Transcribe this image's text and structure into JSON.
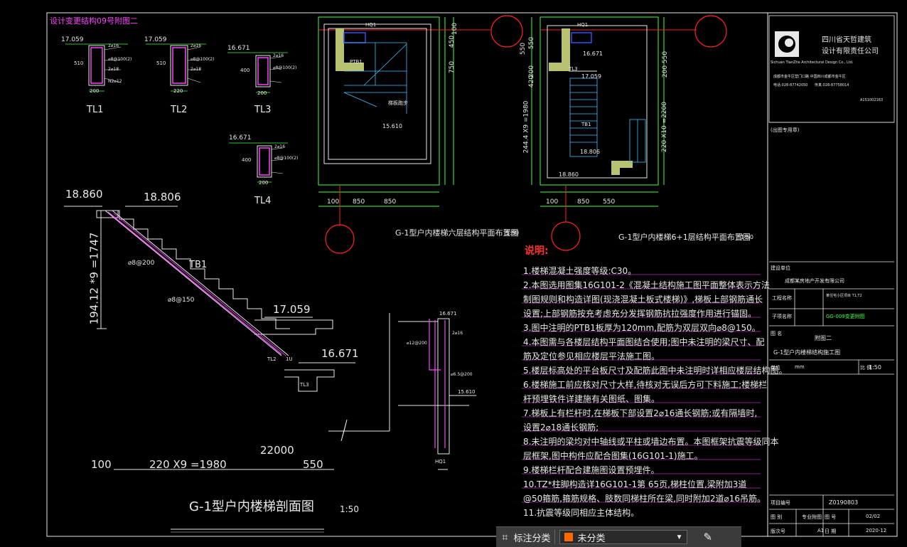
{
  "sheet_header": "设计变更结构09号附图二",
  "beams": [
    {
      "name": "TL1",
      "elev": "17.059",
      "w": "200",
      "h": "510"
    },
    {
      "name": "TL2",
      "elev": "17.059",
      "w": "220",
      "h": "510"
    },
    {
      "name": "TL3",
      "elev": "16.671",
      "w": "200",
      "h": "400"
    },
    {
      "name": "TL4",
      "elev": "16.671",
      "w": "200",
      "h": "400"
    }
  ],
  "beam_rebar_notes": [
    "2⌀16",
    "⌀8@100(2)",
    "2⌀18",
    "N2⌀12"
  ],
  "plan1": {
    "title": "G-1型户内楼梯六层结构平面布置图",
    "scale": "1:50",
    "dims": [
      "100",
      "850",
      "850",
      "450",
      "750",
      "100"
    ],
    "labels": [
      "HQ1",
      "PTB1",
      "15.610",
      "梯板跑步"
    ]
  },
  "plan2": {
    "title": "G-1型户内楼梯6+1层结构平面布置图",
    "scale": "1:50",
    "dims": [
      "100",
      "850",
      "550",
      "550",
      "200 550",
      "220 X10 =2200",
      "244.4 X9 =1980",
      "200",
      "420",
      "550"
    ],
    "labels": [
      "HQ1",
      "16.671",
      "TL3",
      "17.059",
      "TB1",
      "18.806",
      "18.860"
    ]
  },
  "section": {
    "title": "G-1型户内楼梯剖面图",
    "scale": "1:50",
    "elevs": [
      "18.860",
      "18.806",
      "17.059",
      "16.671"
    ],
    "vert_dim": "194.12 *9 =1747",
    "horiz_dims": [
      "100",
      "220 X9 =1980",
      "22000",
      "550"
    ],
    "labels": [
      "TB1",
      "⌀8@200",
      "⌀8@150",
      "TL2",
      "TL3",
      "1U"
    ]
  },
  "detail": {
    "title": "HQ1",
    "labels": [
      "16.671",
      "2⌀16",
      "⌀12@200",
      "⌀6.5@200",
      "15.610"
    ]
  },
  "notes": {
    "heading": "说明:",
    "lines": [
      "1.楼梯混凝土强度等级:C30。",
      "2.本图选用图集16G101-2《混凝土结构施工图平面整体表示方法",
      "  制图规则和构造详图(现浇混凝土板式楼梯)》,梯板上部钢筋通长",
      "  设置;上部钢筋按充考虑充分发挥钢筋抗拉强度作用进行锚固。",
      "3.图中注明的PTB1板厚为120mm,配筋为双层双向⌀8@150。",
      "4.本图需与各楼层结构平面图结合使用;图中未注明的梁尺寸、配",
      "  筋及定位参见相应楼层平法施工图。",
      "5.楼层标高处的平台板尺寸及配筋此图中未注明时详相应楼层结构图。",
      "6.楼梯施工前应核对尺寸大样,待核对无误后方可下料施工;楼梯栏",
      "  杆预埋铁件详建施有关图纸、图集。",
      "7.梯板上有栏杆时,在梯板下部设置2⌀16通长钢筋;或有隔墙时,",
      "  设置2⌀18通长钢筋;",
      "8.未注明的梁均对中轴线或平柱或墙边布置。本图框架抗震等级同本",
      "  层框架,图中构件应配合图集(16G101-1)施工。",
      "9.楼梯栏杆配合建施图设置预埋件。",
      "10.TZ*柱脚构造详16G101-1第 65页,梯柱位置,梁附加3道",
      "  @50箍筋,箍筋规格、肢数同梯柱所在梁,同时附加2道⌀16吊筋。",
      "11.抗震等级同相应主体结构。"
    ]
  },
  "title_block": {
    "company_cn": "四川省天哲建筑",
    "company_cn2": "设计有限责任公司",
    "company_en": "Sichuan TianZhe Architectural Design Co., Ltd.",
    "addr": "成都市金牛区营门口路 中国四川成都市金牛区",
    "tel": "电话:028-87742050",
    "fax": "传真:028-87758014",
    "cert": "A151002163",
    "stamp_label": "(出图专用章)",
    "client_label": "建设单位",
    "client": "成都某房地产开发有限公司",
    "project_label": "工程名称",
    "project": "某住宅小区项目 T1,T2",
    "sub_label": "子项名称",
    "sub": "GG-009变更附图",
    "drawing_label": "图 名",
    "drawing_name1": "附图二",
    "drawing_name2": "G-1型户内楼梯结构施工图",
    "unit_label": "单位",
    "unit": "mm",
    "scale_label": "比 例",
    "scale": "1:50",
    "project_no_label": "项目编号",
    "project_no": "Z0190803",
    "sheet_label": "图 别",
    "sheet": "专业附图",
    "sheet_no_label": "图 号",
    "sheet_no": "02/02",
    "size_label": "版次号",
    "size": "A1",
    "date_label": "日 期",
    "date": "2020-12"
  },
  "toolbar": {
    "annot_label": "标注分类",
    "category_value": "未分类",
    "category_color": "#ff6a00"
  }
}
